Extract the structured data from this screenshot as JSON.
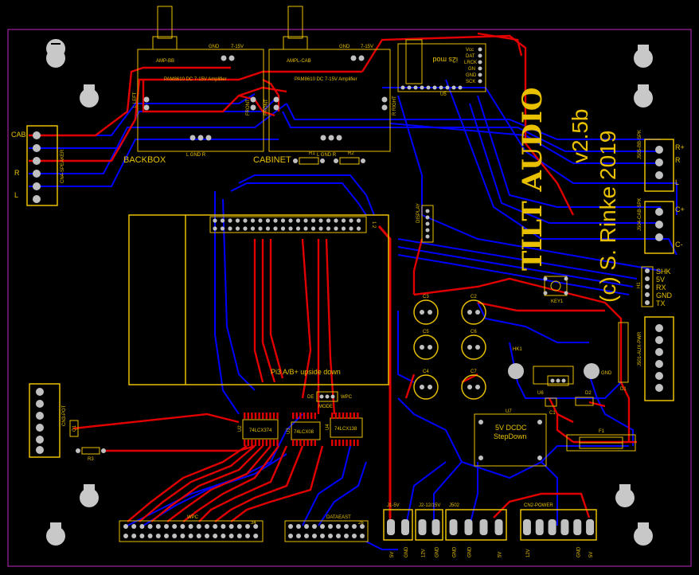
{
  "colors": {
    "background": "#000000",
    "board_outline": "#a020a0",
    "silkscreen": "#e8c000",
    "top_copper": "#e00000",
    "bottom_copper": "#0000ff",
    "pad": "#c0c0c0",
    "via_ring": "#c8a000"
  },
  "board": {
    "version": "v2.5b",
    "copyright": "(c) S. Rinke 2019",
    "logo": "TILT AUDIO"
  },
  "modules": {
    "amp_bb": {
      "title": "AMP-BB",
      "subtitle": "PAM8610 DC 7-15V Amplifier",
      "gnd": "GND",
      "vin": "7-15V",
      "left": "L LEFT",
      "front": "FRONT",
      "label": "BACKBOX",
      "bottom": "L GND R"
    },
    "amp_cab": {
      "title": "AMPL-CAB",
      "subtitle": "PAM8610 DC 7-15V Amplifier",
      "gnd": "GND",
      "vin": "7-15V",
      "front": "FRONT",
      "right": "R RIGHT",
      "label": "CABINET",
      "bottom": "L GND R"
    },
    "i2s": {
      "title": "i2s mod",
      "pins": [
        "Vcc",
        "DAT",
        "LRCK",
        "GN",
        "GND",
        "SCK"
      ],
      "ref": "U5"
    },
    "pi": {
      "title": "Pi3 A/B+ upside down",
      "pin_label": "1 2",
      "pin_label2": "1"
    },
    "display": {
      "title": "DISPLAY",
      "ref": "1"
    },
    "dcdc": {
      "title": "5V DCDC",
      "sub": "StepDown",
      "ref": "U7"
    }
  },
  "chips": [
    {
      "ref": "U2",
      "name": "74LCX374"
    },
    {
      "ref": "U3",
      "name": "74LCX08"
    },
    {
      "ref": "U4",
      "name": "74LCX138"
    }
  ],
  "resistors": [
    "R1",
    "R2",
    "R3"
  ],
  "capacitors": [
    "C3",
    "C2",
    "C5",
    "C6",
    "C4",
    "C7",
    "C1"
  ],
  "other_parts": {
    "hk": "HK1",
    "u6": "U6",
    "d2": "D2",
    "f1": "F1",
    "key": "KEY1",
    "d1": "D1",
    "q1": "Q1"
  },
  "connectors": {
    "speaker": {
      "title": "CN4-SPEAKER",
      "labels": [
        "CAB",
        "R",
        "L"
      ]
    },
    "bb_spk": {
      "title": "J505-BB-SPK",
      "labels": [
        "R+",
        "R",
        "L"
      ]
    },
    "cab_spk": {
      "title": "J504-CAB-SPK",
      "labels": [
        "C+",
        "C-"
      ]
    },
    "serial": {
      "ref": "H1",
      "labels": [
        "SHK",
        "5V",
        "RX",
        "GND",
        "TX"
      ]
    },
    "aux_pwr": {
      "title": "J501-AUX-PWR"
    },
    "pot": {
      "title": "CN3-POT"
    },
    "mode": {
      "title": "MODE",
      "de": "DE",
      "wpc": "WPC"
    },
    "wpc": {
      "title": "WPC",
      "num": "34"
    },
    "dataeast": {
      "title": "DATAEAST",
      "num": "26"
    },
    "j1": {
      "title": "J1-5V",
      "pins": [
        "5V",
        "GND"
      ]
    },
    "j2": {
      "title": "J2-12/15V",
      "pins": [
        "12V",
        "GND"
      ]
    },
    "j502": {
      "title": "J502",
      "pins": [
        "GND",
        "GND",
        "5V"
      ]
    },
    "cn2": {
      "title": "CN2-POWER",
      "pins": [
        "12V",
        "GND",
        "5V"
      ]
    }
  }
}
